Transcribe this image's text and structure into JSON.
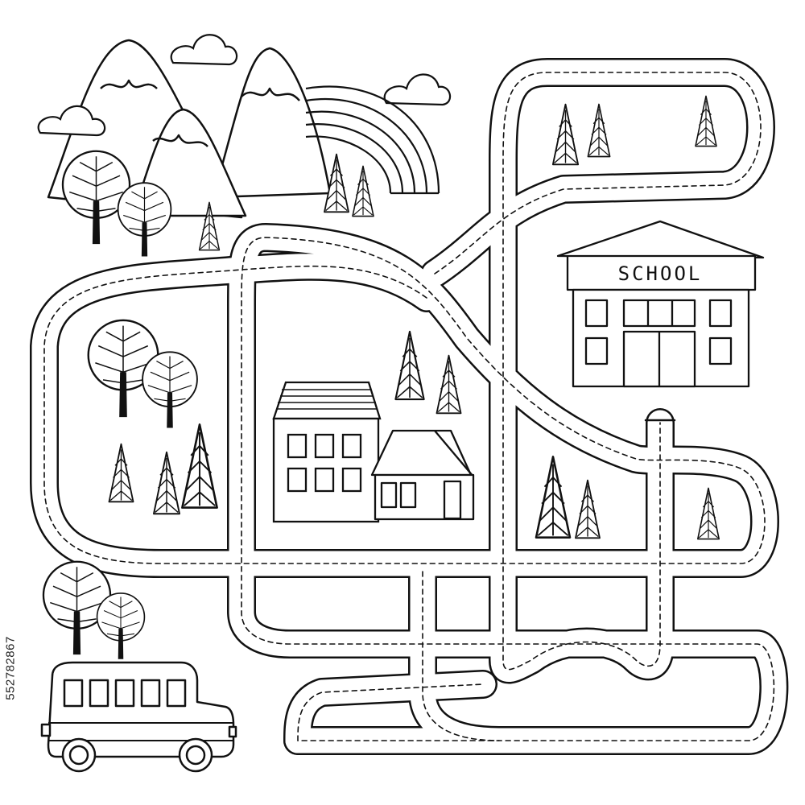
{
  "puzzle": {
    "type": "maze",
    "theme": "school bus to school",
    "style": "black outline coloring page",
    "colors": {
      "line": "#111111",
      "background": "#ffffff"
    }
  },
  "school": {
    "sign": "SCHOOL"
  },
  "watermark": {
    "stock_id": "552782867"
  },
  "scene_items": [
    "mountains",
    "clouds",
    "rainbow",
    "trees",
    "houses",
    "school",
    "school-bus",
    "roads"
  ]
}
